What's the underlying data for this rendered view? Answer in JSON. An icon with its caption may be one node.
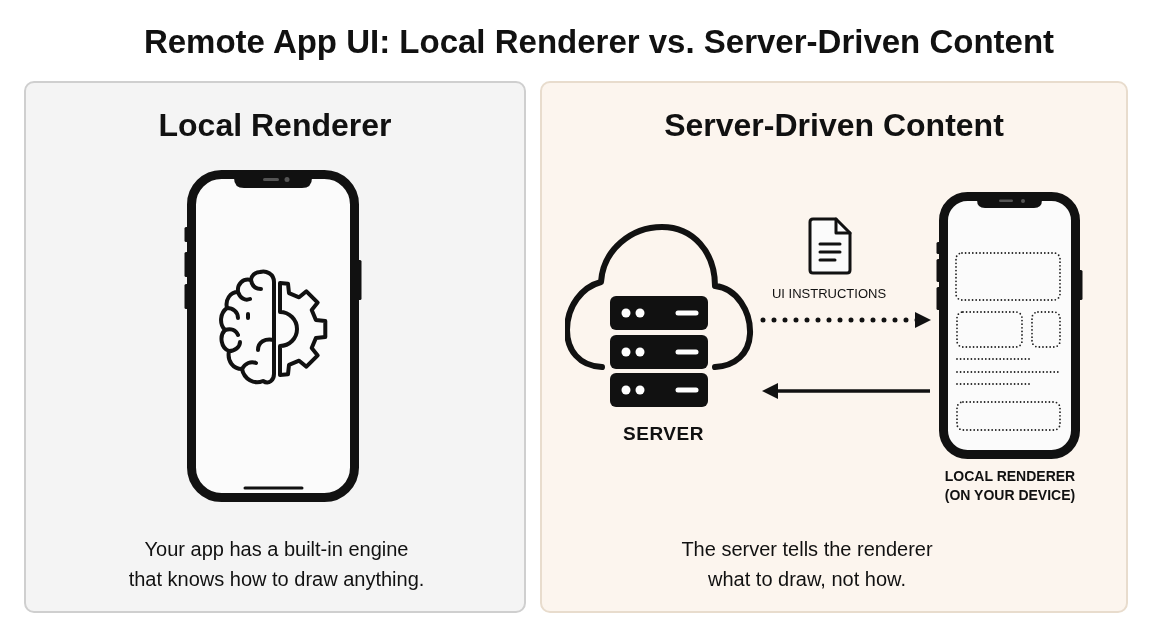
{
  "diagram": {
    "title": "Remote App UI: Local Renderer vs. Server-Driven Content",
    "nodes": [
      {
        "text": [
          "Local Renderer",
          "Your app has a built-in engine that knows how to draw anything."
        ]
      },
      {
        "text": [],
        "shape": "picture",
        "in": 0
      },
      {
        "text": [
          "Server-Driven Content",
          "The server tells the renderer what to draw, not how."
        ]
      },
      {
        "text": [
          "SERVER"
        ],
        "in": 2
      },
      {
        "text": [
          "LOCAL RENDERER (ON YOUR DEVICE)"
        ],
        "in": 2
      }
    ],
    "edges": [
      {
        "from": 3,
        "to": 4,
        "arrow": "to",
        "label": "UI INSTRUCTIONS",
        "style": "dashed"
      },
      {
        "from": 4,
        "to": 3,
        "arrow": "to"
      }
    ]
  }
}
